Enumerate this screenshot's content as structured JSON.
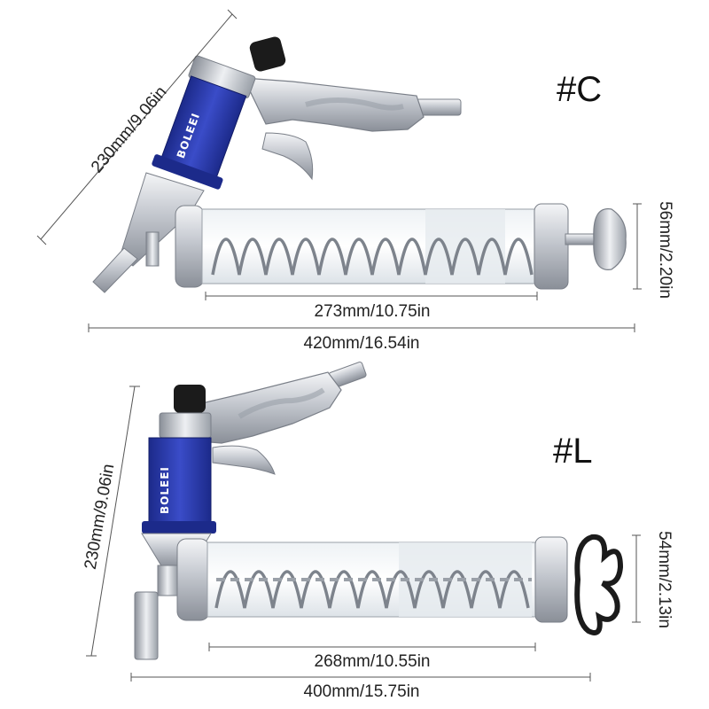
{
  "variant_c": {
    "label": "#C",
    "brand": "BOLEEI",
    "height": "230mm/9.06in",
    "barrel_diameter": "56mm/2.20in",
    "barrel_length": "273mm/10.75in",
    "total_length": "420mm/16.54in"
  },
  "variant_l": {
    "label": "#L",
    "brand": "BOLEEI",
    "height": "230mm/9.06in",
    "barrel_diameter": "54mm/2.13in",
    "barrel_length": "268mm/10.55in",
    "total_length": "400mm/15.75in"
  },
  "colors": {
    "body_blue": "#2a3aa8",
    "metal": "#c9ccd2",
    "dim_line": "#555555"
  }
}
